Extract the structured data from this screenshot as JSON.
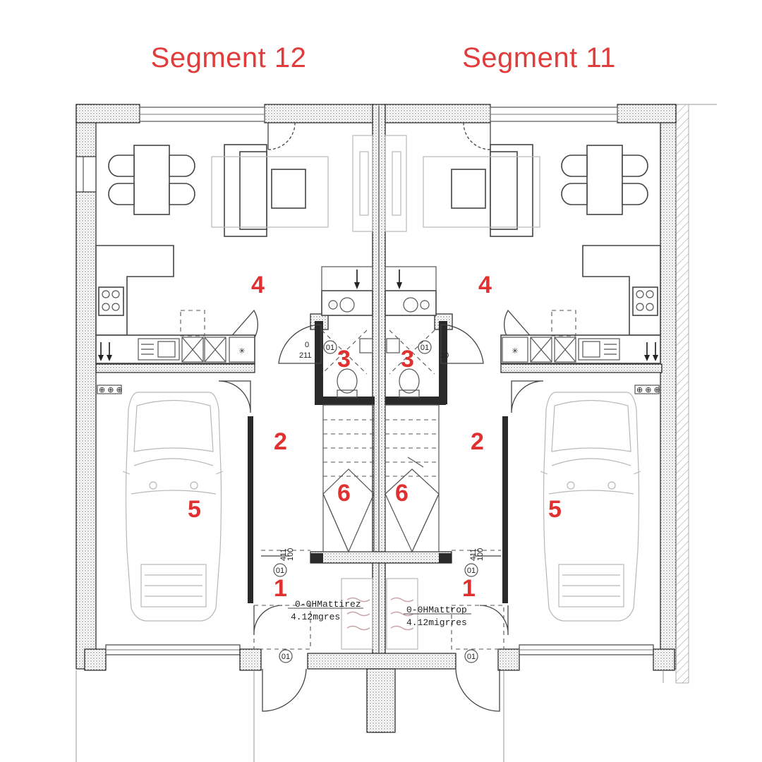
{
  "segments": {
    "left_title": "Segment 12",
    "right_title": "Segment 11"
  },
  "rooms": {
    "left": {
      "entry": "1",
      "hall": "2",
      "wc": "3",
      "living": "4",
      "garage": "5",
      "stairs": "6"
    },
    "right": {
      "entry": "1",
      "hall": "2",
      "wc": "3",
      "living": "4",
      "garage": "5",
      "stairs": "6"
    }
  },
  "annotations": {
    "left_code": "0-0HMattirez",
    "left_area": "4.12mgres",
    "right_code": "0-0HMattrop",
    "right_area": "4.12migrres",
    "left_wc_dim_a": "0",
    "left_wc_dim_b": "211",
    "right_wc_dim": "10",
    "left_door_dim": "100",
    "left_door_dim_b": "411",
    "right_door_dim": "100",
    "right_door_dim_b": "411"
  },
  "colors": {
    "label_red": "#e03c3c",
    "wall": "#2a2a2a",
    "line": "#444444"
  }
}
